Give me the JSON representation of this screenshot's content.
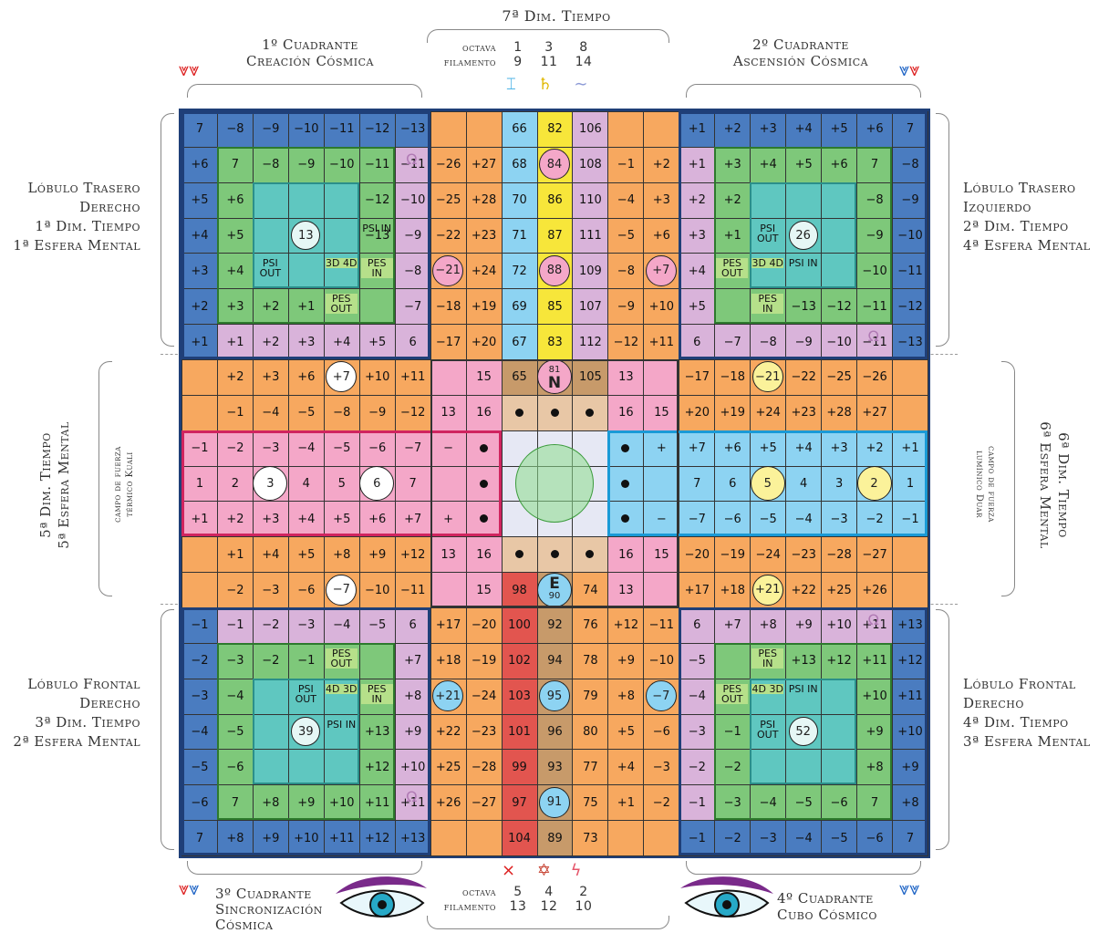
{
  "top_title": "7ª Dim. Tiempo",
  "top_octava": "octava",
  "top_filamento": "filamento",
  "top_numbers": [
    [
      "1",
      "9"
    ],
    [
      "3",
      "11"
    ],
    [
      "8",
      "14"
    ]
  ],
  "bottom_octava": "octava",
  "bottom_filamento": "filamento",
  "bottom_numbers": [
    [
      "5",
      "13"
    ],
    [
      "4",
      "12"
    ],
    [
      "2",
      "10"
    ]
  ],
  "quadrant1": [
    "1º Cuadrante",
    "Creación Cósmica"
  ],
  "quadrant2": [
    "2º Cuadrante",
    "Ascensión Cósmica"
  ],
  "quadrant3": [
    "3º Cuadrante",
    "Sincronización",
    "Cósmica"
  ],
  "quadrant4": [
    "4º Cuadrante",
    "Cubo Cósmico"
  ],
  "left_top": [
    "Lóbulo Trasero",
    "Derecho",
    "1ª Dim. Tiempo",
    "1ª Esfera Mental"
  ],
  "right_top": [
    "Lóbulo Trasero",
    "Izquierdo",
    "2ª Dim. Tiempo",
    "4ª Esfera Mental"
  ],
  "left_bottom": [
    "Lóbulo Frontal",
    "Derecho",
    "3ª Dim. Tiempo",
    "2ª Esfera Mental"
  ],
  "right_bottom": [
    "Lóbulo Frontal",
    "Derecho",
    "4ª Dim. Tiempo",
    "3ª Esfera Mental"
  ],
  "left_mid": [
    "5ª Dim. Tiempo",
    "5ª Esfera Mental"
  ],
  "left_mid_small": [
    "campo de fuerza",
    "térmico Kuali"
  ],
  "right_mid": [
    "6ª Dim. Tiempo",
    "6ª Esfera Mental"
  ],
  "right_mid_small": [
    "campo de fuerza",
    "lumínico Duar"
  ],
  "center_top_letter": "N",
  "center_top_number": "81",
  "center_bottom_letter": "E",
  "center_bottom_number": "90",
  "colors": {
    "blue_border": "#4a7cc0",
    "dark_blue": "#1f3f78",
    "green": "#7ec87a",
    "teal": "#5fc7c0",
    "lilac": "#d9b3da",
    "orange": "#f7a85f",
    "pink": "#f4a7c8",
    "lightblue": "#8dd3f2",
    "yellow": "#f7e63a",
    "brown": "#c79a6a",
    "red": "#e2554f"
  },
  "grid_rows": [
    [
      "7",
      "−8",
      "−9",
      "−10",
      "−11",
      "−12",
      "−13",
      "",
      "",
      "66",
      "82",
      "106",
      "",
      "",
      "+1",
      "+2",
      "+3",
      "+4",
      "+5",
      "+6",
      "7"
    ],
    [
      "+6",
      "7",
      "−8",
      "−9",
      "−10",
      "−11",
      "−11",
      "−26",
      "+27",
      "68",
      "84",
      "108",
      "−1",
      "+2",
      "+1",
      "+3",
      "+4",
      "+5",
      "+6",
      "7",
      "−8"
    ],
    [
      "+5",
      "+6",
      "",
      "",
      "",
      "−12",
      "−10",
      "−25",
      "+28",
      "70",
      "86",
      "110",
      "−4",
      "+3",
      "+2",
      "+2",
      "",
      "",
      "",
      "−8",
      "−9"
    ],
    [
      "+4",
      "+5",
      "",
      "",
      "",
      "−13",
      "−9",
      "−22",
      "+23",
      "71",
      "87",
      "111",
      "−5",
      "+6",
      "+3",
      "+1",
      "",
      "",
      "",
      "−9",
      "−10"
    ],
    [
      "+3",
      "+4",
      "",
      "",
      "",
      "",
      "−8",
      "−21",
      "+24",
      "72",
      "88",
      "109",
      "−8",
      "+7",
      "+4",
      "",
      "",
      "",
      "",
      "−10",
      "−11"
    ],
    [
      "+2",
      "+3",
      "+2",
      "+1",
      "",
      "",
      "−7",
      "−18",
      "+19",
      "69",
      "85",
      "107",
      "−9",
      "+10",
      "+5",
      "",
      "",
      "−13",
      "−12",
      "−11",
      "−12"
    ],
    [
      "+1",
      "+1",
      "+2",
      "+3",
      "+4",
      "+5",
      "6",
      "−17",
      "+20",
      "67",
      "83",
      "112",
      "−12",
      "+11",
      "6",
      "−7",
      "−8",
      "−9",
      "−10",
      "−11",
      "−13"
    ],
    [
      "",
      "+2",
      "+3",
      "+6",
      "+7",
      "+10",
      "+11",
      "",
      "15",
      "65",
      "",
      "105",
      "13",
      "",
      "−17",
      "−18",
      "−21",
      "−22",
      "−25",
      "−26",
      ""
    ],
    [
      "",
      "−1",
      "−4",
      "−5",
      "−8",
      "−9",
      "−12",
      "13",
      "16",
      "",
      "",
      "",
      "16",
      "15",
      "+20",
      "+19",
      "+24",
      "+23",
      "+28",
      "+27",
      ""
    ],
    [
      "−1",
      "−2",
      "−3",
      "−4",
      "−5",
      "−6",
      "−7",
      "−",
      "",
      "",
      "",
      "",
      "",
      "+",
      "+7",
      "+6",
      "+5",
      "+4",
      "+3",
      "+2",
      "+1"
    ],
    [
      "1",
      "2",
      "3",
      "4",
      "5",
      "6",
      "7",
      "",
      "",
      "",
      "",
      "",
      "",
      "",
      "7",
      "6",
      "5",
      "4",
      "3",
      "2",
      "1"
    ],
    [
      "+1",
      "+2",
      "+3",
      "+4",
      "+5",
      "+6",
      "+7",
      "+",
      "",
      "",
      "",
      "",
      "",
      "−",
      "−7",
      "−6",
      "−5",
      "−4",
      "−3",
      "−2",
      "−1"
    ],
    [
      "",
      "+1",
      "+4",
      "+5",
      "+8",
      "+9",
      "+12",
      "13",
      "16",
      "",
      "",
      "",
      "16",
      "15",
      "−20",
      "−19",
      "−24",
      "−23",
      "−28",
      "−27",
      ""
    ],
    [
      "",
      "−2",
      "−3",
      "−6",
      "−7",
      "−10",
      "−11",
      "",
      "15",
      "98",
      "",
      "74",
      "13",
      "",
      "+17",
      "+18",
      "+21",
      "+22",
      "+25",
      "+26",
      ""
    ],
    [
      "−1",
      "−1",
      "−2",
      "−3",
      "−4",
      "−5",
      "6",
      "+17",
      "−20",
      "100",
      "92",
      "76",
      "+12",
      "−11",
      "6",
      "+7",
      "+8",
      "+9",
      "+10",
      "+11",
      "+13"
    ],
    [
      "−2",
      "−3",
      "−2",
      "−1",
      "",
      "",
      "+7",
      "+18",
      "−19",
      "102",
      "94",
      "78",
      "+9",
      "−10",
      "−5",
      "",
      "",
      "+13",
      "+12",
      "+11",
      "+12"
    ],
    [
      "−3",
      "−4",
      "",
      "",
      "",
      "",
      "+8",
      "+21",
      "−24",
      "103",
      "95",
      "79",
      "+8",
      "−7",
      "−4",
      "",
      "",
      "",
      "",
      "+10",
      "+11"
    ],
    [
      "−4",
      "−5",
      "",
      "",
      "",
      "+13",
      "+9",
      "+22",
      "−23",
      "101",
      "96",
      "80",
      "+5",
      "−6",
      "−3",
      "−1",
      "",
      "",
      "",
      "+9",
      "+10"
    ],
    [
      "−5",
      "−6",
      "",
      "",
      "",
      "+12",
      "+10",
      "+25",
      "−28",
      "99",
      "93",
      "77",
      "+4",
      "−3",
      "−2",
      "−2",
      "",
      "",
      "",
      "+8",
      "+9"
    ],
    [
      "−6",
      "7",
      "+8",
      "+9",
      "+10",
      "+11",
      "+11",
      "+26",
      "−27",
      "97",
      "91",
      "75",
      "+1",
      "−2",
      "−1",
      "−3",
      "−4",
      "−5",
      "−6",
      "7",
      "+8"
    ],
    [
      "7",
      "+8",
      "+9",
      "+10",
      "+11",
      "+12",
      "+13",
      "",
      "",
      "104",
      "89",
      "73",
      "",
      "",
      "−1",
      "−2",
      "−3",
      "−4",
      "−5",
      "−6",
      "7"
    ]
  ],
  "centers": {
    "q1": "13",
    "q2": "26",
    "q3": "39",
    "q4": "52"
  },
  "psi_labels": {
    "psi_in": "PSI IN",
    "psi_out": "PSI OUT",
    "pes_in": "PES IN",
    "pes_out": "PES OUT",
    "d3": "3D",
    "d4": "4D"
  },
  "icons": [
    "glyph-top-left",
    "glyph-top-right",
    "glyph-bottom-left",
    "glyph-bottom-right",
    "eye-left",
    "eye-right",
    "omega-icon"
  ]
}
